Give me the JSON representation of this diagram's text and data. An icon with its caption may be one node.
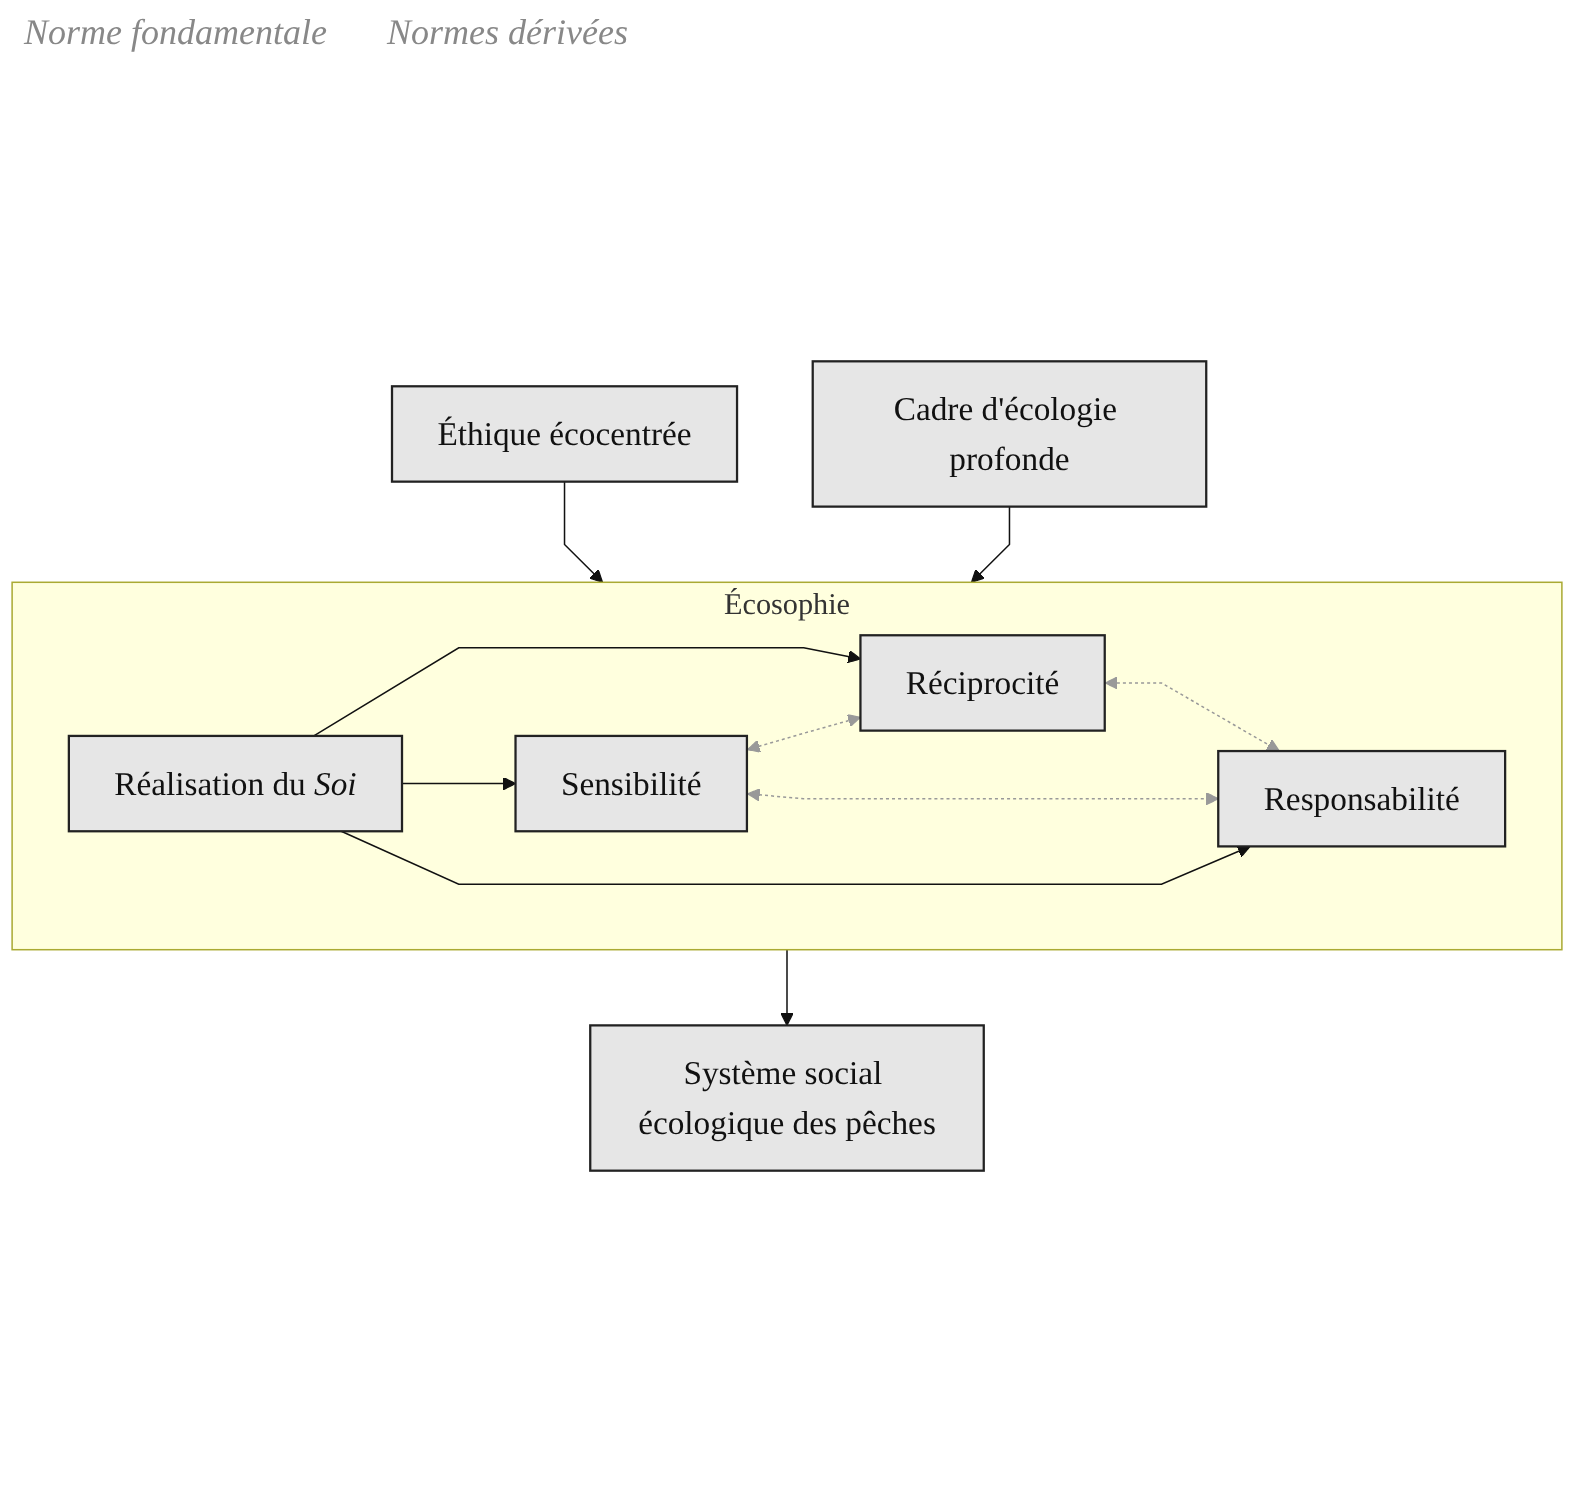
{
  "diagram": {
    "nodes": [
      {
        "text": [
          "Éthique écocentrée"
        ]
      },
      {
        "text": [
          "Cadre d'écologie profonde"
        ]
      },
      {
        "text": [
          "Écosophie"
        ]
      },
      {
        "text": [
          "Réalisation du *Soi*"
        ],
        "in": 2
      },
      {
        "text": [
          "Sensibilité"
        ],
        "in": 2
      },
      {
        "text": [
          "Réciprocité"
        ],
        "in": 2
      },
      {
        "text": [
          "Responsabilité"
        ],
        "in": 2
      },
      {
        "text": [
          "Système social écologique des pêches"
        ]
      }
    ],
    "edges": [
      {
        "from": 0,
        "to": 2,
        "arrow": "to"
      },
      {
        "from": 1,
        "to": 2,
        "arrow": "to"
      },
      {
        "from": 3,
        "to": 5,
        "arrow": "to"
      },
      {
        "from": 3,
        "to": 4,
        "arrow": "to"
      },
      {
        "from": 3,
        "to": 6,
        "arrow": "to"
      },
      {
        "from": 4,
        "to": 5,
        "arrow": "both",
        "style": "dashed",
        "color": "#999999"
      },
      {
        "from": 4,
        "to": 6,
        "arrow": "both",
        "style": "dashed",
        "color": "#999999"
      },
      {
        "from": 5,
        "to": 6,
        "arrow": "both",
        "style": "dashed",
        "color": "#999999"
      },
      {
        "from": 2,
        "to": 7,
        "arrow": "to"
      }
    ],
    "labels": [
      "Norme fondamentale",
      "Normes dérivées"
    ]
  }
}
